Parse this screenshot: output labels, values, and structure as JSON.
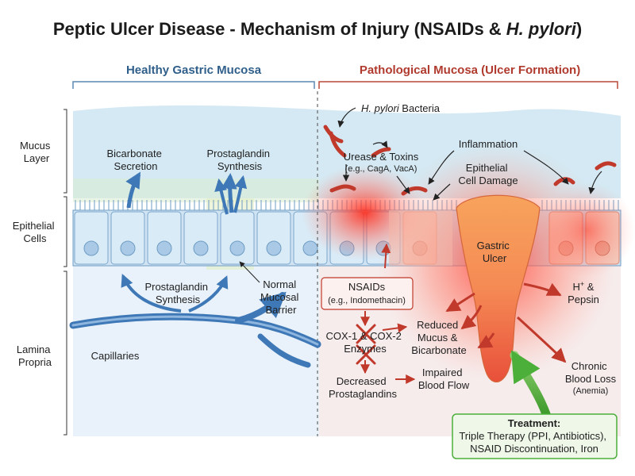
{
  "title": {
    "prefix": "Peptic Ulcer Disease - Mechanism of Injury (NSAIDs & ",
    "italic": "H. pylori",
    "suffix": ")"
  },
  "panels": {
    "healthy": "Healthy Gastric Mucosa",
    "pathological": "Pathological Mucosa (Ulcer Formation)"
  },
  "layers": {
    "mucus": [
      "Mucus",
      "Layer"
    ],
    "epithelial": [
      "Epithelial",
      "Cells"
    ],
    "lamina": [
      "Lamina",
      "Propria"
    ]
  },
  "healthy_labels": {
    "bicarbonate": [
      "Bicarbonate",
      "Secretion"
    ],
    "prostaglandin_top": [
      "Prostaglandin",
      "Synthesis"
    ],
    "prostaglandin_mid": [
      "Prostaglandin",
      "Synthesis"
    ],
    "barrier": [
      "Normal",
      "Mucosal",
      "Barrier"
    ],
    "capillaries": "Capillaries"
  },
  "patho_labels": {
    "hpylori_italic": "H. pylori",
    "hpylori_rest": " Bacteria",
    "urease": "Urease & Toxins",
    "urease_sub": "(e.g., CagA, VacA)",
    "inflammation": "Inflammation",
    "epithelial_damage": [
      "Epithelial",
      "Cell Damage"
    ],
    "gastric_ulcer": [
      "Gastric",
      "Ulcer"
    ],
    "h_pepsin_h": "H",
    "h_pepsin_sup": "+",
    "h_pepsin_amp": " &",
    "h_pepsin_2": "Pepsin",
    "nsaids": "NSAIDs",
    "nsaids_sub": "(e.g., Indomethacin)",
    "cox": [
      "COX-1 & COX-2",
      "Enzymes"
    ],
    "decreased_pg": [
      "Decreased",
      "Prostaglandins"
    ],
    "reduced_mucus": [
      "Reduced",
      "Mucus &",
      "Bicarbonate"
    ],
    "impaired_flow": [
      "Impaired",
      "Blood Flow"
    ],
    "blood_loss": [
      "Chronic",
      "Blood Loss"
    ],
    "anemia": "(Anemia)"
  },
  "treatment": {
    "heading": "Treatment:",
    "lines": [
      "Triple Therapy (PPI, Antibiotics),",
      "NSAID Discontinuation, Iron"
    ]
  },
  "colors": {
    "healthy_header": "#2f5f8a",
    "patho_header": "#b03a2e",
    "mucus": "#d4e9f3",
    "lamina": "#e9f2fa",
    "cell_fill": "#d6e9f6",
    "cell_stroke": "#6d9cc4",
    "vessel": "#3f78b6",
    "red_arrow": "#c0392b",
    "green": "#4caf3a",
    "treatment_fill": "#eef7e8"
  }
}
